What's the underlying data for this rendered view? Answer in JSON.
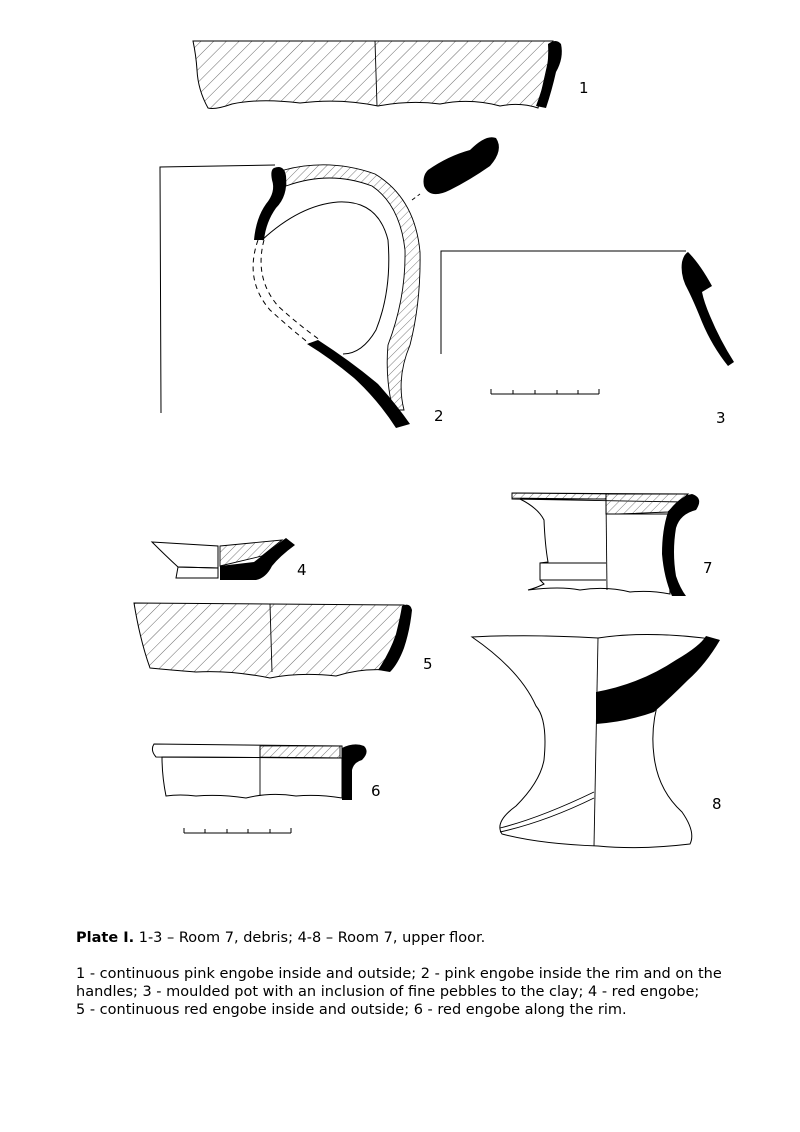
{
  "figure": {
    "labels": [
      "1",
      "2",
      "3",
      "4",
      "5",
      "6",
      "7",
      "8"
    ]
  },
  "caption": {
    "plate_label": "Plate I.",
    "plate_text": "1-3 – Room 7, debris; 4-8 – Room 7, upper floor.",
    "description_lines": [
      "1 - continuous pink engobe inside and outside; 2 - pink engobe inside the rim and on the",
      "handles; 3 - moulded pot with an inclusion of fine pebbles to the clay; 4 - red engobe;",
      "5 - continuous red engobe inside and outside; 6 - red engobe along the rim."
    ]
  }
}
